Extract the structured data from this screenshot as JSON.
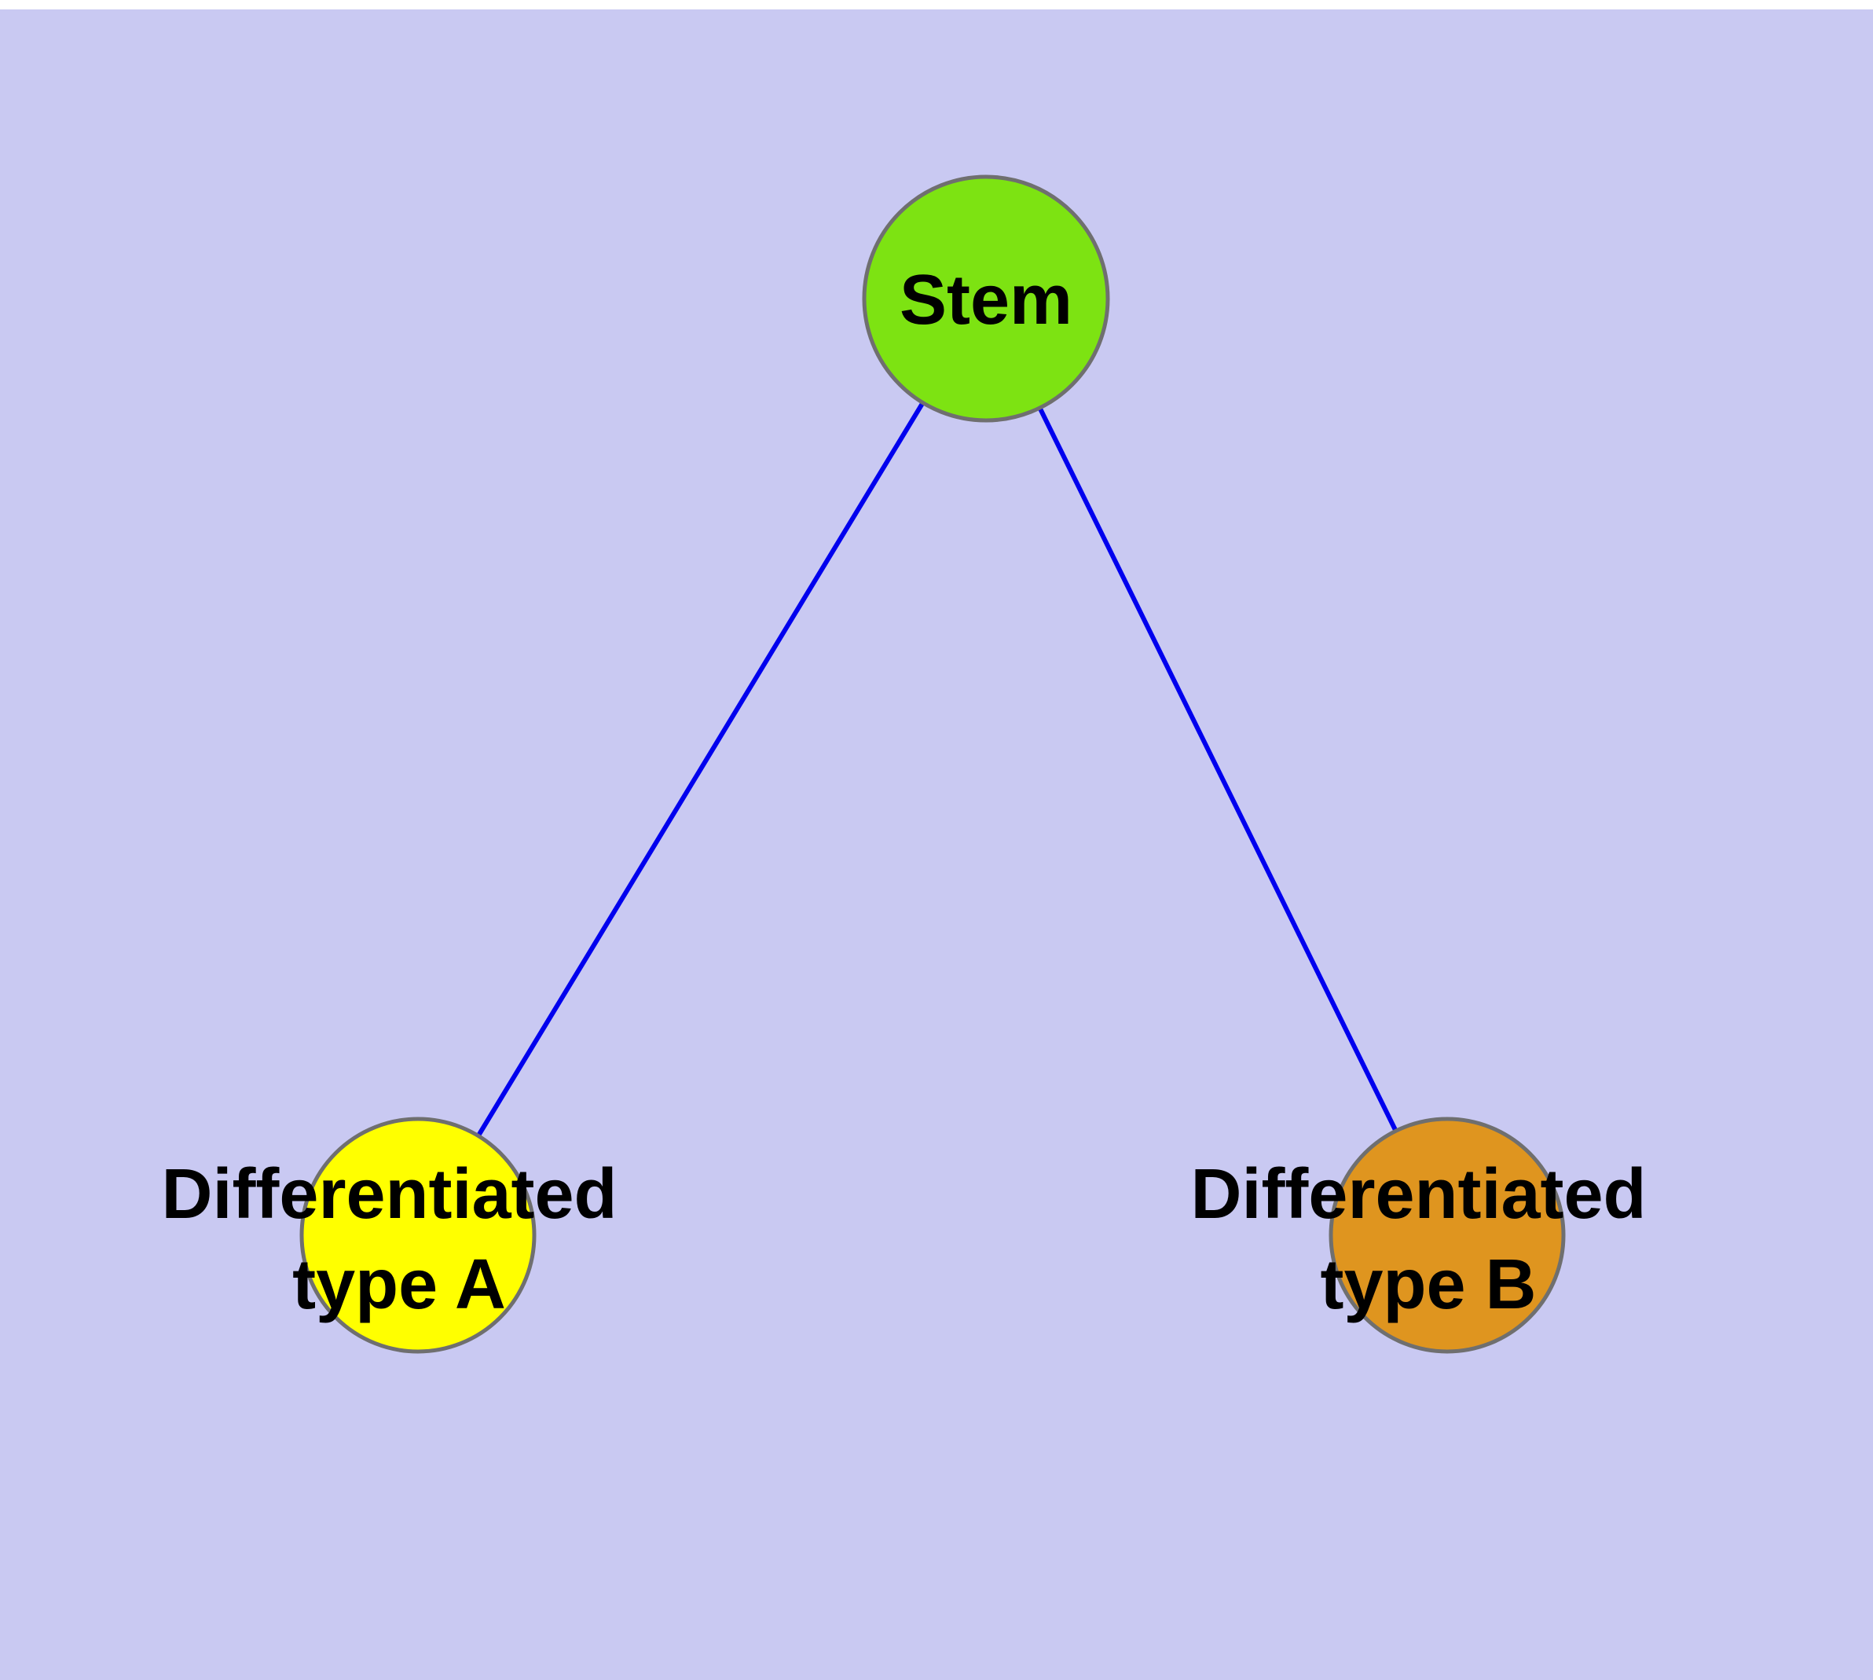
{
  "canvas": {
    "background": "#c9c9f2",
    "top_strip": "#ffffff"
  },
  "edge_color": "#0000ee",
  "text_color": "#000000",
  "node_border_color": "#6f6f6f",
  "nodes": {
    "stem": {
      "label": "Stem",
      "fill": "#7de312"
    },
    "type_a": {
      "label_line1": "Differentiated",
      "label_line2": "type A",
      "fill": "#ffff00"
    },
    "type_b": {
      "label_line1": "Differentiated",
      "label_line2": "type B",
      "fill": "#df951f"
    }
  },
  "edges": [
    {
      "from": "Stem",
      "to": "Differentiated type A"
    },
    {
      "from": "Stem",
      "to": "Differentiated type B"
    }
  ]
}
